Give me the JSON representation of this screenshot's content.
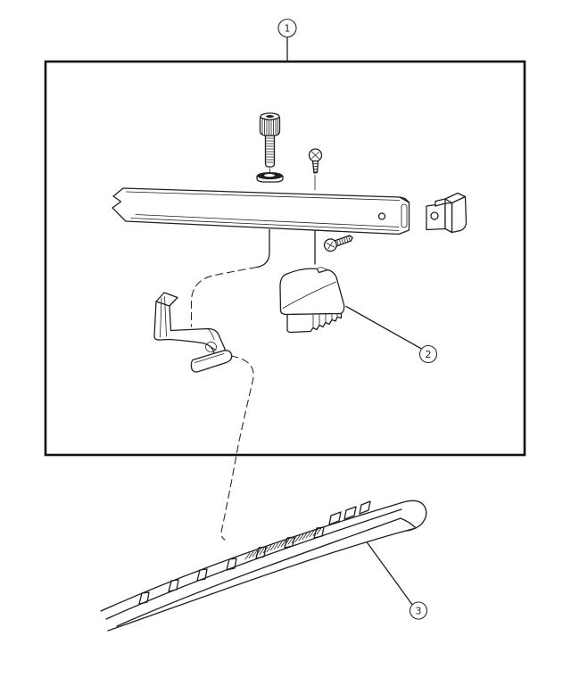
{
  "diagram": {
    "type": "exploded-parts-diagram",
    "callouts": [
      {
        "label": "1"
      },
      {
        "label": "2"
      },
      {
        "label": "3"
      }
    ],
    "colors": {
      "background": "#ffffff",
      "line": "#1f1f1f"
    }
  }
}
